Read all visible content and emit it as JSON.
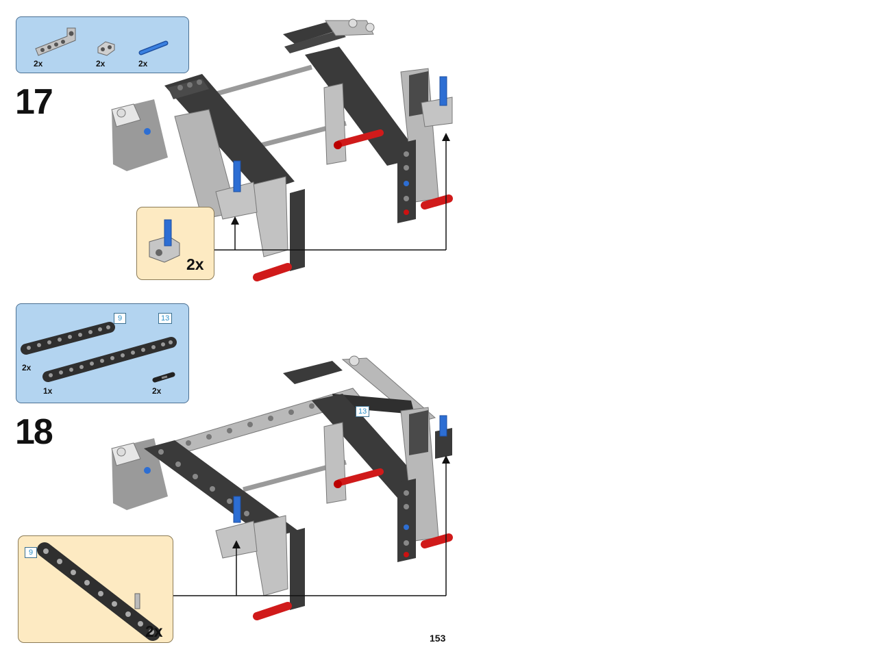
{
  "page": {
    "number": "153"
  },
  "steps": [
    {
      "number": "17",
      "parts": [
        {
          "name": "gray-angled-beam",
          "qty": "2x"
        },
        {
          "name": "gray-cross-block",
          "qty": "2x"
        },
        {
          "name": "blue-axle-pin",
          "qty": "2x"
        }
      ],
      "subassembly_qty": "2x"
    },
    {
      "number": "18",
      "parts": [
        {
          "name": "black-beam-9",
          "qty": "2x",
          "length": "9"
        },
        {
          "name": "black-beam-13",
          "qty": "1x",
          "length": "13"
        },
        {
          "name": "black-pin",
          "qty": "2x"
        }
      ],
      "callout_length": "13",
      "subassembly_qty": "2x",
      "subassembly_length": "9"
    }
  ],
  "colors": {
    "parts_box_bg": "#b3d4f0",
    "subassembly_bg": "#fdeac2",
    "beam_black": "#3a3a3a",
    "beam_gray": "#b8b8b8",
    "pin_blue": "#2d6ed3",
    "pin_red": "#d01a1a",
    "length_tag": "#2a8fc8"
  }
}
